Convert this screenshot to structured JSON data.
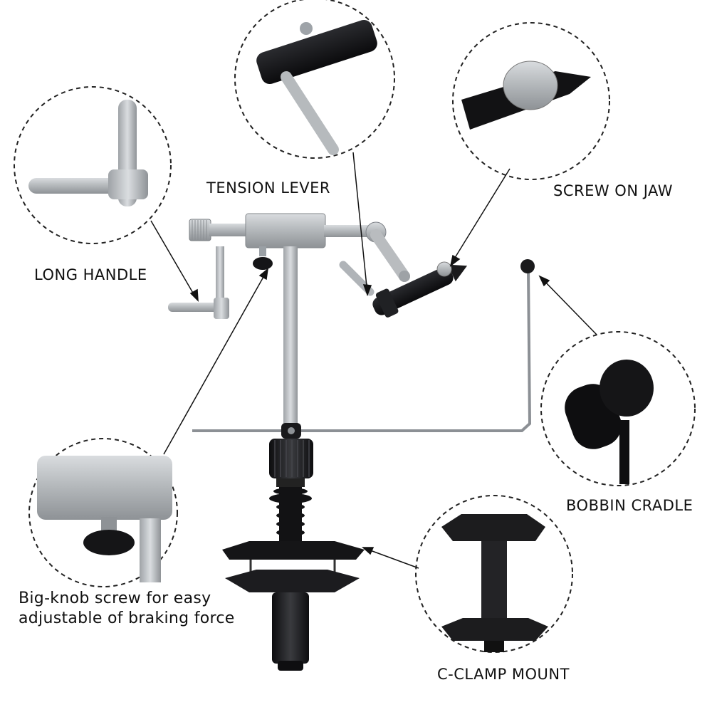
{
  "labels": {
    "tension_lever": "TENSION LEVER",
    "screw_on_jaw": "SCREW ON JAW",
    "long_handle": "LONG HANDLE",
    "bobbin_cradle": "BOBBIN CRADLE",
    "c_clamp_mount": "C-CLAMP MOUNT",
    "big_knob_line1": "Big-knob screw for easy",
    "big_knob_line2": "adjustable of braking force"
  },
  "colors": {
    "background": "#ffffff",
    "aluminum": "#b9bcbf",
    "black_anodized": "#1c1c1e",
    "callout_border": "#222222",
    "text": "#111111"
  }
}
